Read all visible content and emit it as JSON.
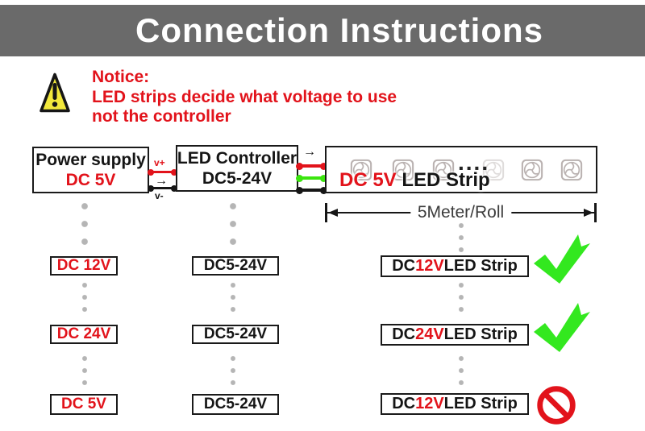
{
  "title": "Connection Instructions",
  "notice": {
    "heading": "Notice:",
    "line1": "LED strips decide what voltage to use",
    "line2": "not the controller"
  },
  "flow": {
    "power_supply": {
      "name": "Power supply",
      "voltage": "DC 5V"
    },
    "controller": {
      "name": "LED Controller",
      "voltage": "DC5-24V"
    },
    "wires": {
      "vplus": "v+",
      "vminus": "v-",
      "arrow": "→"
    },
    "strip": {
      "voltage": "DC 5V",
      "label": " LED Strip",
      "ellipsis": "...."
    },
    "dimension_label": "5Meter/Roll"
  },
  "rows": [
    {
      "power": "DC 12V",
      "controller": "DC5-24V",
      "strip_prefix": "DC ",
      "strip_voltage": "12V",
      "strip_suffix": " LED Strip",
      "result": "approved"
    },
    {
      "power": "DC 24V",
      "controller": "DC5-24V",
      "strip_prefix": "DC ",
      "strip_voltage": "24V",
      "strip_suffix": " LED Strip",
      "result": "approved"
    },
    {
      "power": "DC 5V",
      "controller": "DC5-24V",
      "strip_prefix": "DC ",
      "strip_voltage": "12V",
      "strip_suffix": " LED Strip",
      "result": "prohibited"
    }
  ],
  "icons": {
    "warning": "warning-triangle-icon",
    "approved": "check-icon",
    "prohibited": "no-entry-icon",
    "led_chip": "led-chip-icon"
  },
  "colors": {
    "banner-bg": "#6a6a6a",
    "banner-text": "#ffffff",
    "accent-red": "#e2131b",
    "check-green": "#33e81f",
    "wire-green": "#3be50e",
    "warning-yellow": "#f2e83c",
    "dot-gray": "#b5b5b5",
    "chip-gray": "#bab2b1"
  }
}
